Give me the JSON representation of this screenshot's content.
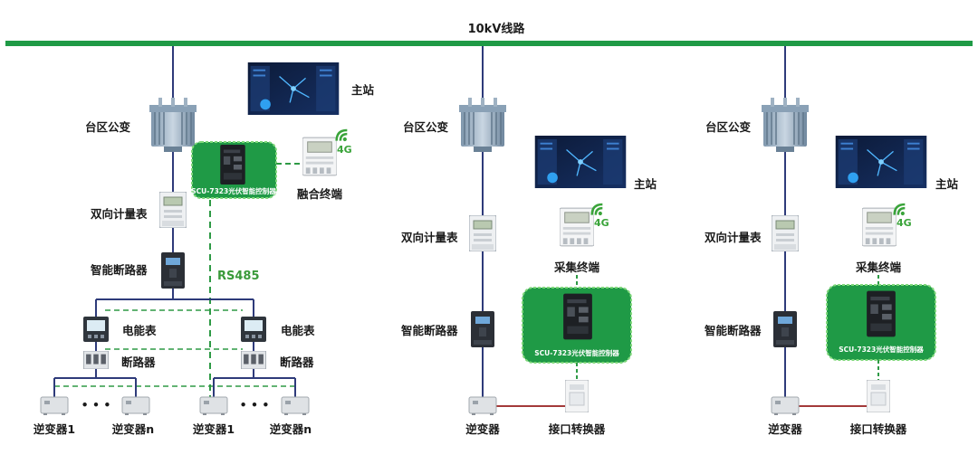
{
  "title": "10kV线路",
  "colors": {
    "bus": "#1f9a46",
    "trunk": "#2e3b7a",
    "dashed": "#2e9a45",
    "controller_fill": "#1f9a46",
    "controller_border": "#7fd87a",
    "serial_link": "#a33a3a"
  },
  "left": {
    "transformer": "台区公变",
    "master_station": "主站",
    "fusion_terminal": "融合终端",
    "controller": "SCU-7323光伏智能控制器",
    "bidir_meter": "双向计量表",
    "breaker": "智能断路器",
    "rs485": "RS485",
    "energy_meter": "电能表",
    "sub_breaker": "断路器",
    "inverter_first": "逆变器1",
    "inverter_last": "逆变器n",
    "ellipsis": "• • •",
    "signal": "4G"
  },
  "middle": {
    "transformer": "台区公变",
    "master_station": "主站",
    "collect_terminal": "采集终端",
    "controller": "SCU-7323光伏智能控制器",
    "bidir_meter": "双向计量表",
    "breaker": "智能断路器",
    "inverter": "逆变器",
    "converter": "接口转换器",
    "signal": "4G"
  },
  "right": {
    "transformer": "台区公变",
    "master_station": "主站",
    "collect_terminal": "采集终端",
    "controller": "SCU-7323光伏智能控制器",
    "bidir_meter": "双向计量表",
    "breaker": "智能断路器",
    "inverter": "逆变器",
    "converter": "接口转换器",
    "signal": "4G"
  }
}
